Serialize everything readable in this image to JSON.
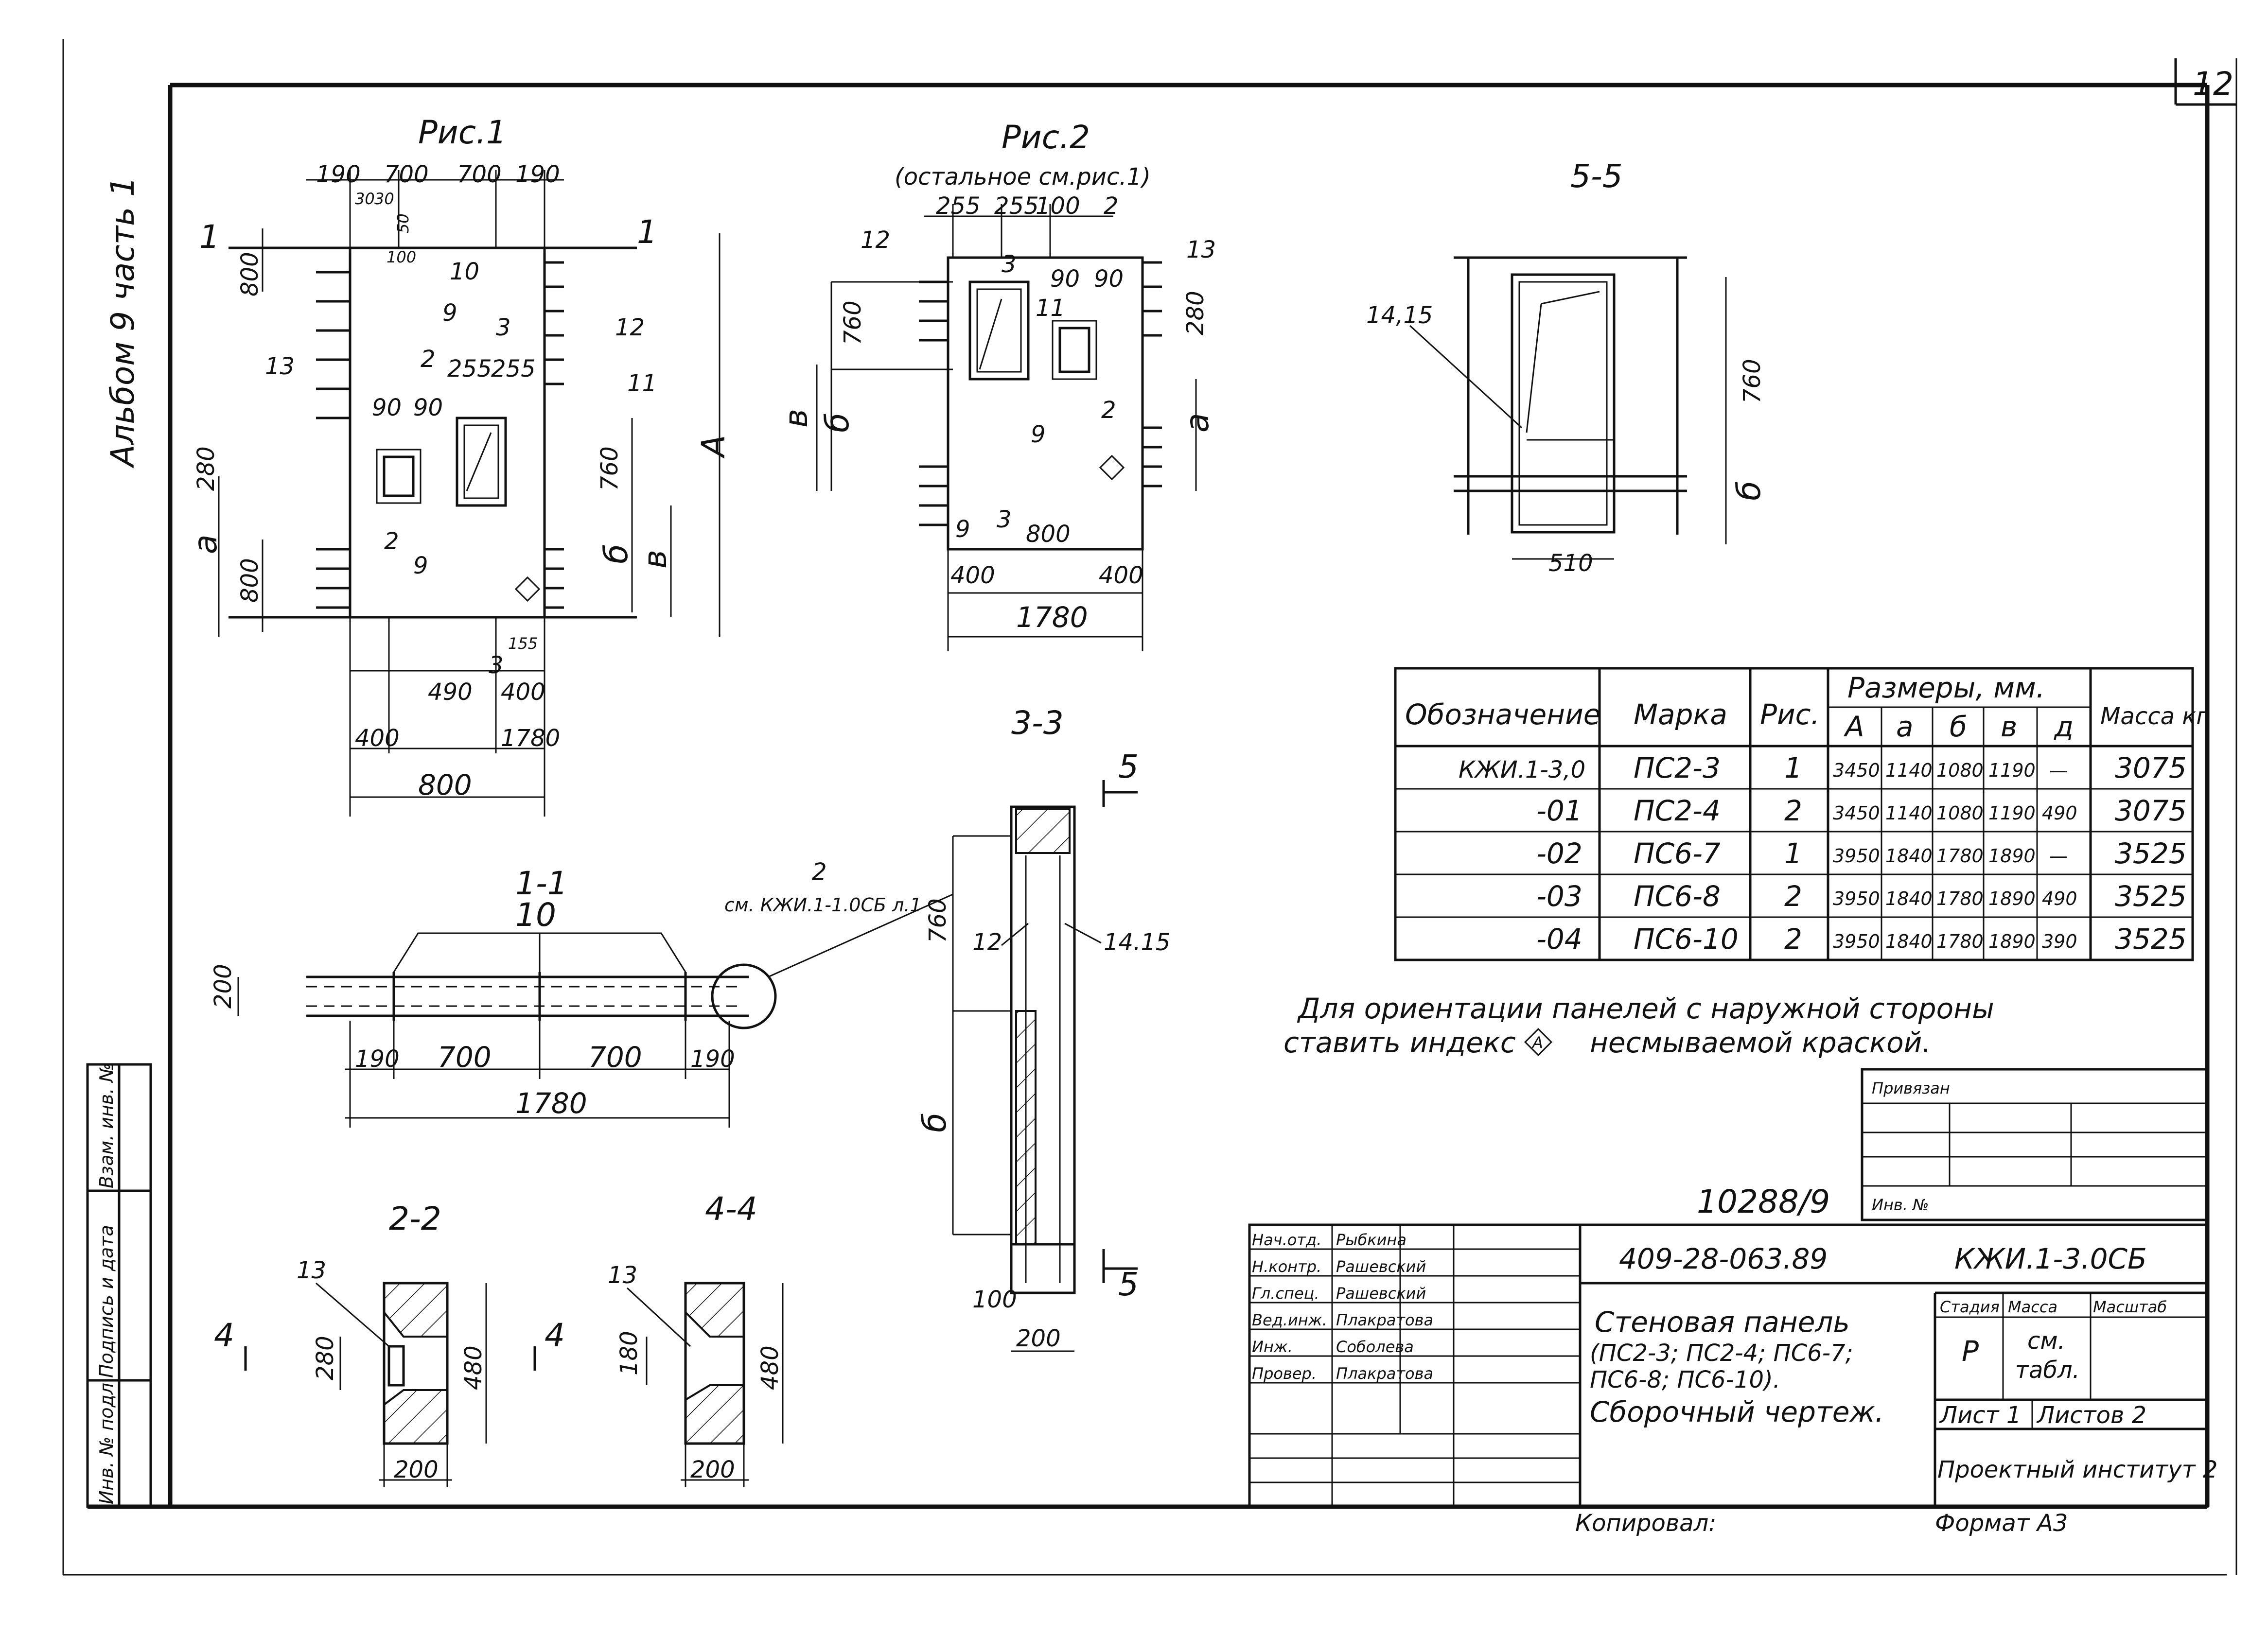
{
  "sheet": {
    "number": "12",
    "album": "Альбом 9 часть 1",
    "note_line1": "Для ориентации панелей с наружной стороны",
    "note_line2_a": "ставить индекс",
    "note_line2_b": "несмываемой краской.",
    "inventory": "10288/9",
    "copied": "Копировал:",
    "format": "Формат А3",
    "orientation_mark": "А"
  },
  "figures": {
    "fig1": {
      "title": "Рис.1",
      "dims_top": [
        "190",
        "700",
        "700",
        "190"
      ],
      "dims_misc": [
        "30",
        "30",
        "50",
        "100",
        "255",
        "255",
        "90",
        "90",
        "280",
        "760",
        "800",
        "800",
        "155",
        "800",
        "490",
        "400",
        "400",
        "1780"
      ],
      "labels": [
        "1",
        "1",
        "9",
        "3",
        "10",
        "12",
        "11",
        "13",
        "2",
        "2",
        "9",
        "3",
        "А",
        "а",
        "б",
        "в"
      ]
    },
    "fig2": {
      "title": "Рис.2",
      "subtitle": "(остальное см.рис.1)",
      "dims": [
        "255",
        "255",
        "100",
        "760",
        "90",
        "90",
        "280",
        "800",
        "400",
        "400",
        "1780"
      ],
      "labels": [
        "2",
        "12",
        "13",
        "3",
        "11",
        "9",
        "2",
        "9",
        "3",
        "в",
        "б",
        "а"
      ]
    },
    "sec55": {
      "title": "5-5",
      "labels": [
        "14,15",
        "760",
        "б",
        "510"
      ]
    },
    "sec11": {
      "title": "1-1",
      "dims": [
        "200",
        "190",
        "700",
        "700",
        "190",
        "1780"
      ],
      "labels": [
        "10",
        "2",
        "см. КЖИ.1-1.0СБ л.1"
      ]
    },
    "sec33": {
      "title": "3-3",
      "labels": [
        "5",
        "760",
        "12",
        "14.15",
        "б",
        "100",
        "200",
        "5"
      ]
    },
    "sec22": {
      "title": "2-2",
      "labels": [
        "13",
        "4",
        "4",
        "280",
        "480",
        "200"
      ]
    },
    "sec44": {
      "title": "4-4",
      "labels": [
        "13",
        "180",
        "480",
        "200"
      ]
    }
  },
  "spec_table": {
    "headers": {
      "designation": "Обозначение",
      "mark": "Марка",
      "fig": "Рис.",
      "dimensions": "Размеры, мм.",
      "mass": "Масса кг"
    },
    "dim_cols": [
      "А",
      "а",
      "б",
      "в",
      "д"
    ],
    "rows": [
      {
        "designation": "КЖИ.1-3,0",
        "mark": "ПС2-3",
        "fig": "1",
        "A": "3450",
        "a": "1140",
        "b": "1080",
        "v": "1190",
        "d": "—",
        "mass": "3075"
      },
      {
        "designation": "-01",
        "mark": "ПС2-4",
        "fig": "2",
        "A": "3450",
        "a": "1140",
        "b": "1080",
        "v": "1190",
        "d": "490",
        "mass": "3075"
      },
      {
        "designation": "-02",
        "mark": "ПС6-7",
        "fig": "1",
        "A": "3950",
        "a": "1840",
        "b": "1780",
        "v": "1890",
        "d": "—",
        "mass": "3525"
      },
      {
        "designation": "-03",
        "mark": "ПС6-8",
        "fig": "2",
        "A": "3950",
        "a": "1840",
        "b": "1780",
        "v": "1890",
        "d": "490",
        "mass": "3525"
      },
      {
        "designation": "-04",
        "mark": "ПС6-10",
        "fig": "2",
        "A": "3950",
        "a": "1840",
        "b": "1780",
        "v": "1890",
        "d": "390",
        "mass": "3525"
      }
    ]
  },
  "stamp": {
    "roles": [
      {
        "role": "Нач.отд.",
        "name": "Рыбкина"
      },
      {
        "role": "Н.контр.",
        "name": "Рашевский"
      },
      {
        "role": "Гл.спец.",
        "name": "Рашевский"
      },
      {
        "role": "Вед.инж.",
        "name": "Плакратова"
      },
      {
        "role": "Инж.",
        "name": "Соболева"
      },
      {
        "role": "Провер.",
        "name": "Плакратова"
      }
    ],
    "doc_number": "409-28-063.89",
    "doc_code": "КЖИ.1-3.0СБ",
    "title_line1": "Стеновая панель",
    "title_line2": "(ПС2-3; ПС2-4; ПС6-7;",
    "title_line3": "ПС6-8; ПС6-10).",
    "title_line4": "Сборочный чертеж.",
    "stage_label": "Стадия",
    "mass_label": "Масса",
    "scale_label": "Масштаб",
    "stage": "Р",
    "mass_value_1": "см.",
    "mass_value_2": "табл.",
    "sheet_label": "Лист 1",
    "sheets_label": "Листов 2",
    "org": "Проектный институт 2",
    "approved": "Привязан",
    "inv_label": "Инв. №"
  },
  "side_stamp": [
    "Инв. № подл.",
    "Подпись и дата",
    "Взам. инв. №"
  ]
}
